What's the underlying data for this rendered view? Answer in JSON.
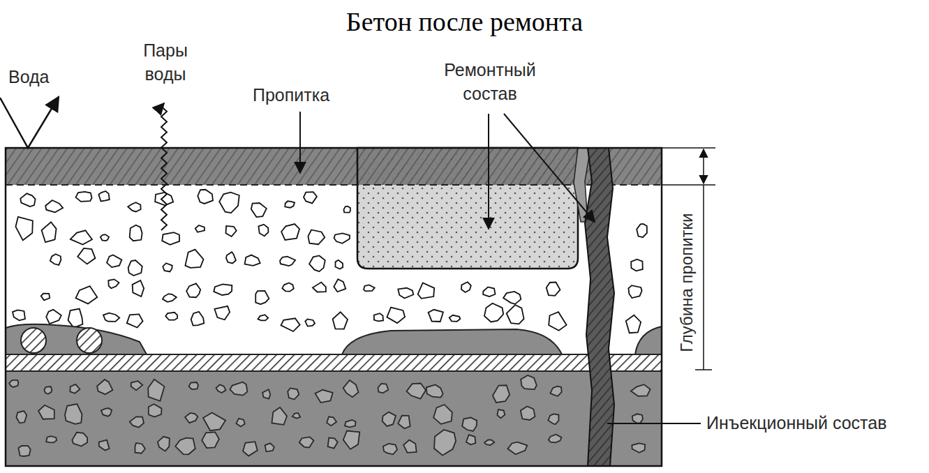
{
  "diagram": {
    "title": "Бетон после ремонта",
    "labels": [
      "Вода",
      "Пары воды",
      "Пропитка",
      "Ремонтный состав",
      "Глубина пропитки",
      "Инъекционный состав"
    ]
  }
}
